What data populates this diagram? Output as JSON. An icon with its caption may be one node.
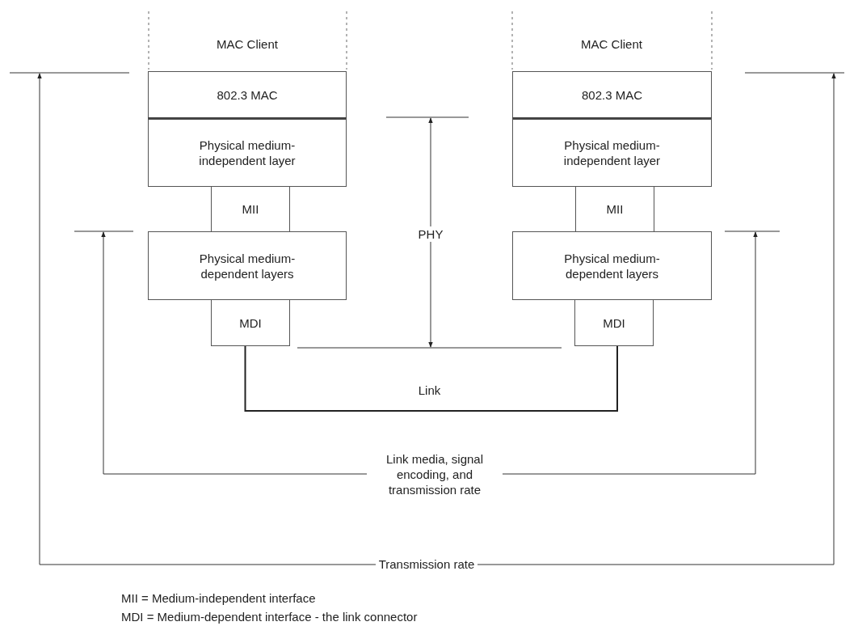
{
  "diagram": {
    "nodes": [
      {
        "text": [
          "802.3 MAC"
        ]
      },
      {
        "text": [
          "Physical medium-independent layer"
        ]
      },
      {
        "text": [
          "MII"
        ]
      },
      {
        "text": [
          "Physical medium-dependent layers"
        ]
      },
      {
        "text": [
          "MDI"
        ]
      },
      {
        "text": [
          "802.3 MAC"
        ]
      },
      {
        "text": [
          "Physical medium-independent layer"
        ]
      },
      {
        "text": [
          "MII"
        ]
      },
      {
        "text": [
          "Physical medium-dependent layers"
        ]
      },
      {
        "text": [
          "MDI"
        ]
      }
    ],
    "edges": [
      {
        "from": 4,
        "to": 9,
        "arrow": "none",
        "label": "Link"
      }
    ],
    "labels": [
      "MAC Client",
      "MAC Client",
      "PHY",
      "Link media, signal encoding, and transmission rate",
      "Transmission rate",
      "MII = Medium-independent interface",
      "MDI = Medium-dependent interface - the link connector"
    ]
  }
}
